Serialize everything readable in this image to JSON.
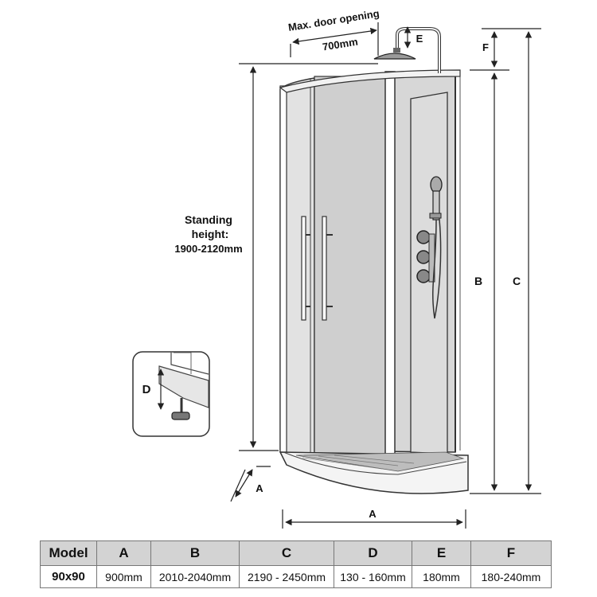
{
  "dimensions": {
    "max_door_opening_label": "Max. door opening",
    "door_opening_value": "700mm",
    "standing_height_line1": "Standing",
    "standing_height_line2": "height:",
    "standing_height_line3": "1900-2120mm",
    "label_a": "A",
    "label_b": "B",
    "label_c": "C",
    "label_d": "D",
    "label_e": "E",
    "label_f": "F"
  },
  "table": {
    "headers": [
      "Model",
      "A",
      "B",
      "C",
      "D",
      "E",
      "F"
    ],
    "rows": [
      [
        "90x90",
        "900mm",
        "2010-2040mm",
        "2190 - 2450mm",
        "130 - 160mm",
        "180mm",
        "180-240mm"
      ]
    ]
  },
  "colors": {
    "line": "#222222",
    "panel": "#d9d9d9",
    "header_bg": "#d3d3d3"
  }
}
